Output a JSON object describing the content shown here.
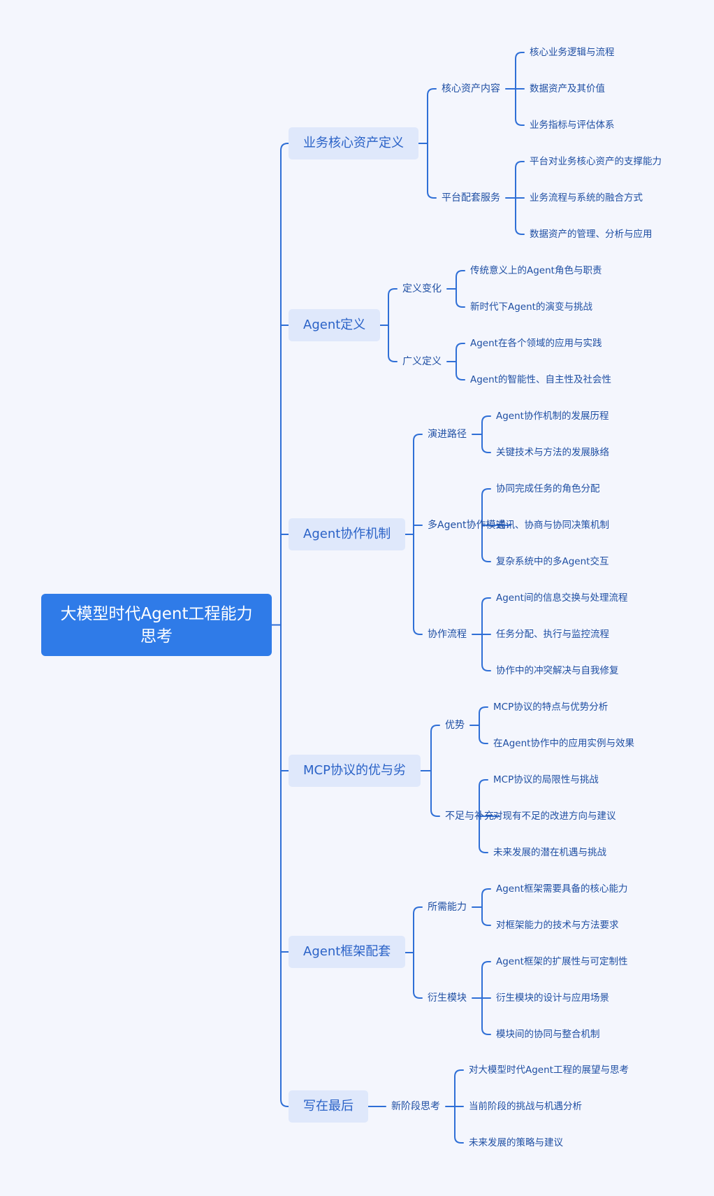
{
  "mindmap": {
    "root": "大模型时代Agent工程能力思考",
    "branches": [
      {
        "label": "业务核心资产定义",
        "children": [
          {
            "label": "核心资产内容",
            "children": [
              "核心业务逻辑与流程",
              "数据资产及其价值",
              "业务指标与评估体系"
            ]
          },
          {
            "label": "平台配套服务",
            "children": [
              "平台对业务核心资产的支撑能力",
              "业务流程与系统的融合方式",
              "数据资产的管理、分析与应用"
            ]
          }
        ]
      },
      {
        "label": "Agent定义",
        "children": [
          {
            "label": "定义变化",
            "children": [
              "传统意义上的Agent角色与职责",
              "新时代下Agent的演变与挑战"
            ]
          },
          {
            "label": "广义定义",
            "children": [
              "Agent在各个领域的应用与实践",
              "Agent的智能性、自主性及社会性"
            ]
          }
        ]
      },
      {
        "label": "Agent协作机制",
        "children": [
          {
            "label": "演进路径",
            "children": [
              "Agent协作机制的发展历程",
              "关键技术与方法的发展脉络"
            ]
          },
          {
            "label": "多Agent协作模式",
            "children": [
              "协同完成任务的角色分配",
              "通讯、协商与协同决策机制",
              "复杂系统中的多Agent交互"
            ]
          },
          {
            "label": "协作流程",
            "children": [
              "Agent间的信息交换与处理流程",
              "任务分配、执行与监控流程",
              "协作中的冲突解决与自我修复"
            ]
          }
        ]
      },
      {
        "label": "MCP协议的优与劣",
        "children": [
          {
            "label": "优势",
            "children": [
              "MCP协议的特点与优势分析",
              "在Agent协作中的应用实例与效果"
            ]
          },
          {
            "label": "不足与补充",
            "children": [
              "MCP协议的局限性与挑战",
              "对现有不足的改进方向与建议",
              "未来发展的潜在机遇与挑战"
            ]
          }
        ]
      },
      {
        "label": "Agent框架配套",
        "children": [
          {
            "label": "所需能力",
            "children": [
              "Agent框架需要具备的核心能力",
              "对框架能力的技术与方法要求"
            ]
          },
          {
            "label": "衍生模块",
            "children": [
              "Agent框架的扩展性与可定制性",
              "衍生模块的设计与应用场景",
              "模块间的协同与整合机制"
            ]
          }
        ]
      },
      {
        "label": "写在最后",
        "children": [
          {
            "label": "新阶段思考",
            "children": [
              "对大模型时代Agent工程的展望与思考",
              "当前阶段的挑战与机遇分析",
              "未来发展的策略与建议"
            ]
          }
        ]
      }
    ]
  },
  "colors": {
    "background": "#f4f6fd",
    "root_fill": "#2f7be8",
    "branch_fill": "#dfe8fb",
    "branch_text": "#2a62c7",
    "leaf_text": "#1f4fa3",
    "connector": "#2f6fd6"
  }
}
